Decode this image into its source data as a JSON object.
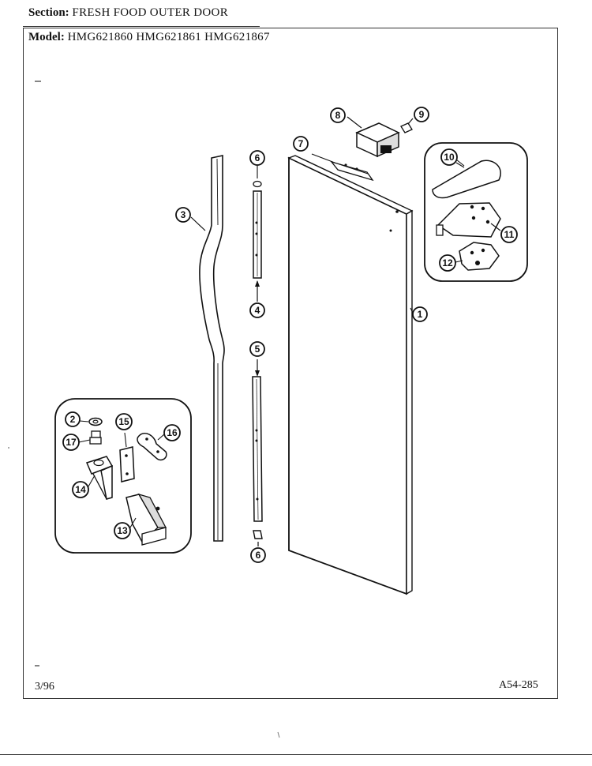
{
  "header": {
    "section_label": "Section:",
    "section_value": "FRESH FOOD OUTER DOOR",
    "model_label": "Model:",
    "model_values": "HMG621860  HMG621861  HMG621867"
  },
  "footer": {
    "date": "3/96",
    "code": "A54-285"
  },
  "callouts": [
    "1",
    "2",
    "3",
    "4",
    "5",
    "6",
    "6",
    "7",
    "8",
    "9",
    "10",
    "11",
    "12",
    "13",
    "14",
    "15",
    "16",
    "17"
  ]
}
